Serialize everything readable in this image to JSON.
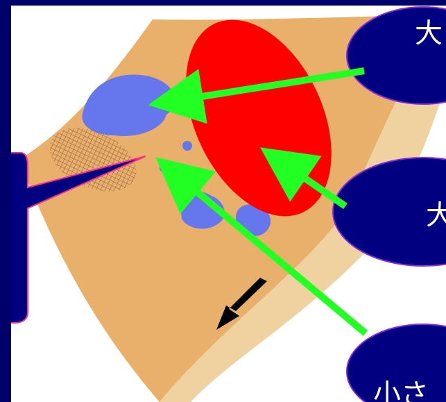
{
  "callouts": {
    "top_right": "大",
    "middle_right": "大",
    "bottom_right": "小さ",
    "left": ""
  },
  "colors": {
    "frame": "#00006a",
    "tissue": "#e8b06a",
    "tissue_edge": "#f0d2a0",
    "red_region": "#ff0000",
    "blue_regions": "#6677ee",
    "hatched_region": "#c08a5a",
    "arrows_green": "#22ff22",
    "arrow_black": "#000000",
    "callout_fill": "#000080",
    "callout_stroke_pink": "#ff2a8a",
    "callout_stroke_violet": "#8a2ad8"
  },
  "icons": {
    "arrows": "arrow-icon"
  }
}
